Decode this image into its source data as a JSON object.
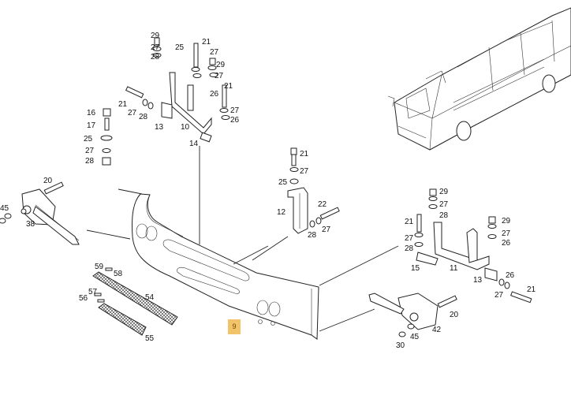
{
  "colors": {
    "line": "#222222",
    "highlight": "#f3c36a",
    "grille": "#333333"
  },
  "labels": {
    "l29a": "29",
    "l27a": "27",
    "l28a": "28",
    "l25a": "25",
    "l21a": "21",
    "l27b": "27",
    "l29b": "29",
    "l27c": "27",
    "l26a": "26",
    "l21b": "21",
    "l27d": "27",
    "l26b": "26",
    "l21c": "21",
    "l27e": "27",
    "l28b": "28",
    "l13a": "13",
    "l10": "10",
    "l14": "14",
    "l16": "16",
    "l17": "17",
    "l25b": "25",
    "l27f": "27",
    "l28c": "28",
    "l20a": "20",
    "l45a": "45",
    "l38": "38",
    "l21d": "21",
    "l27g": "27",
    "l25c": "25",
    "l12": "12",
    "l22": "22",
    "l28d": "28",
    "l27h": "27",
    "l29c": "29",
    "l27i": "27",
    "l28e": "28",
    "l21e": "21",
    "l27j": "27",
    "l28f": "28",
    "l15": "15",
    "l11": "11",
    "l29d": "29",
    "l27k": "27",
    "l26c": "26",
    "l13b": "13",
    "l26d": "26",
    "l27l": "27",
    "l21f": "21",
    "l59": "59",
    "l58": "58",
    "l57": "57",
    "l56": "56",
    "l54": "54",
    "l55": "55",
    "l20b": "20",
    "l42": "42",
    "l45b": "45",
    "l30": "30",
    "l9": "9"
  }
}
